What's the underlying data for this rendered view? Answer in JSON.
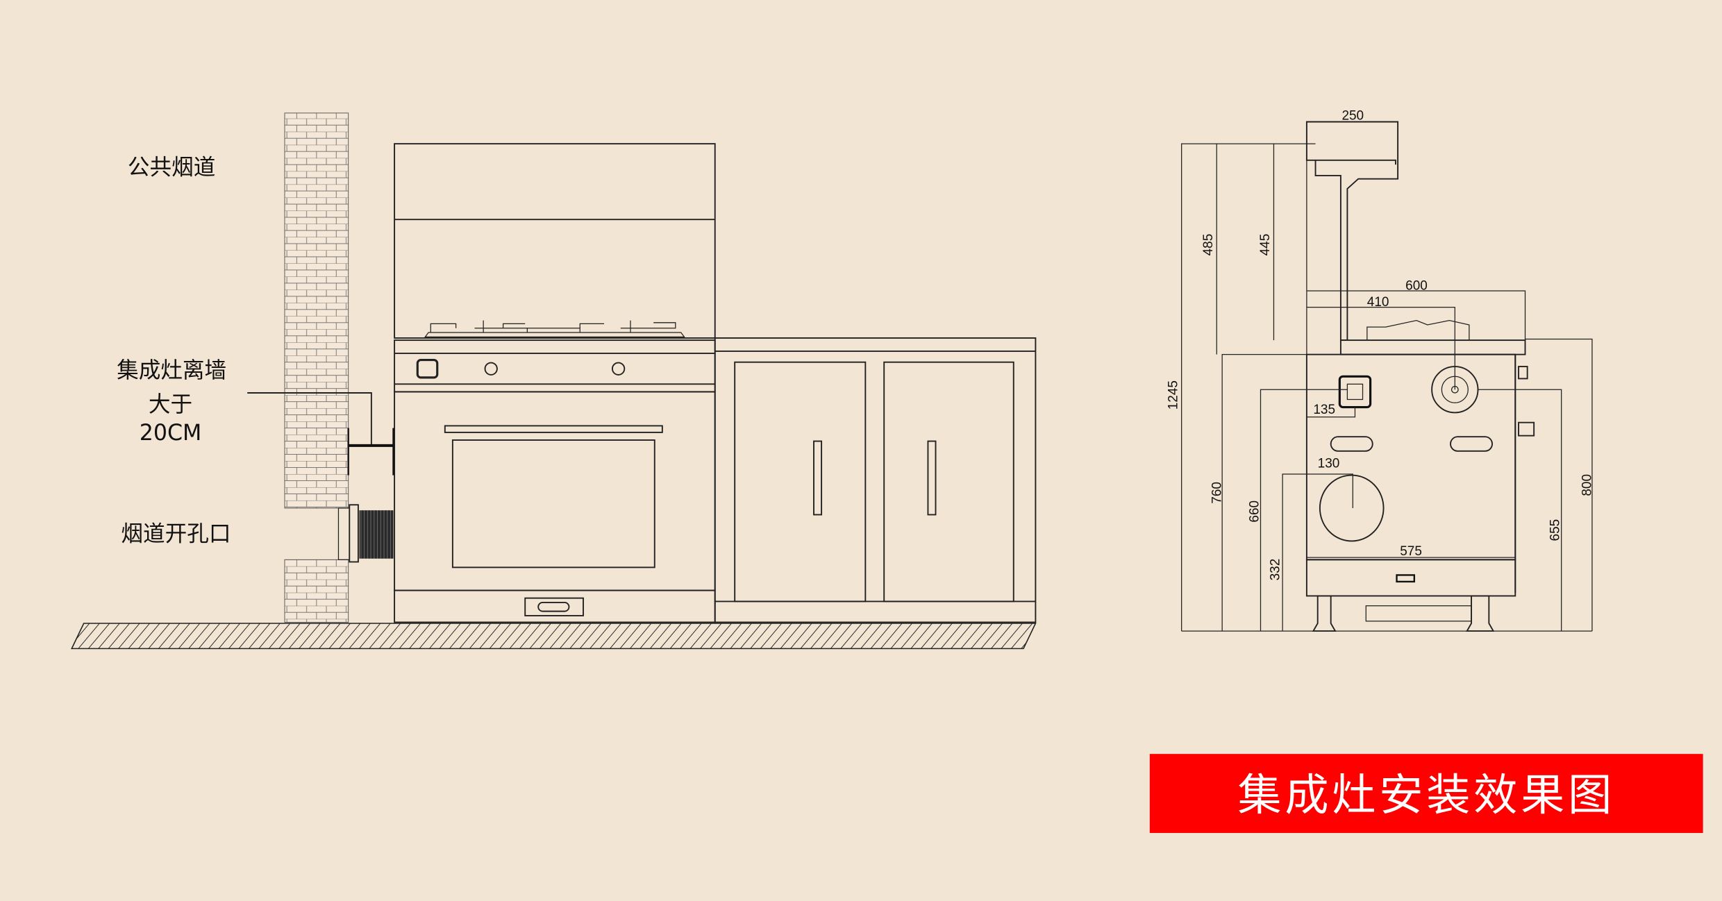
{
  "left_diagram": {
    "labels": {
      "public_flue": "公共烟道",
      "distance_line1": "集成灶离墙",
      "distance_line2": "大于",
      "distance_line3": "20CM",
      "flue_opening": "烟道开孔口"
    }
  },
  "right_diagram": {
    "dimensions": {
      "hood_width": "250",
      "total_height": "1245",
      "hood_above_counter": "485",
      "hood_above_cooktop": "445",
      "top_width": "600",
      "burner_offset": "410",
      "outlet_offset": "135",
      "flue_offset": "130",
      "body_width": "575",
      "counter_height": "760",
      "outlet_height": "660",
      "flue_height": "332",
      "knob_height": "655",
      "cooktop_height": "800"
    }
  },
  "banner": {
    "title": "集成灶安装效果图",
    "color": "#fe0000"
  }
}
